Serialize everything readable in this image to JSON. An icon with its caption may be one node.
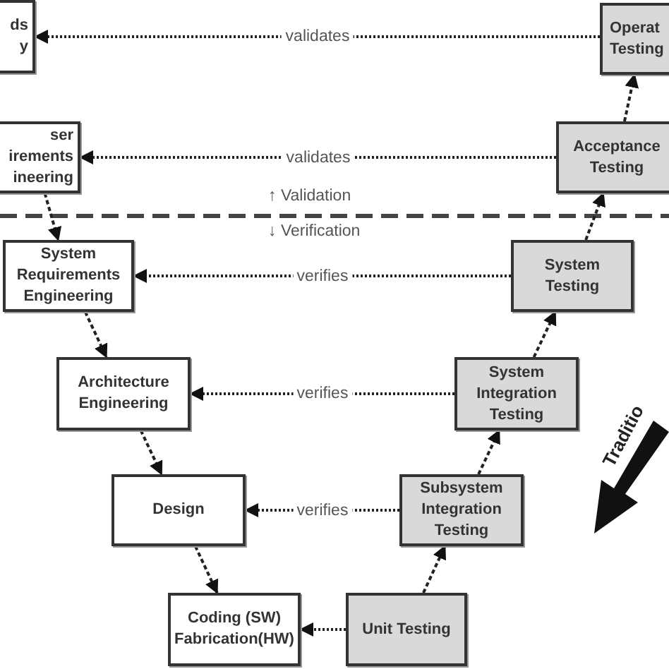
{
  "diagram": {
    "nodes": [
      {
        "text": [
          "ds y"
        ]
      },
      {
        "text": [
          "ser irements ineering"
        ]
      },
      {
        "text": [
          "Operat Testing"
        ]
      },
      {
        "text": [
          "Acceptance Testing"
        ]
      },
      {
        "text": [
          "System Requirements Engineering"
        ]
      },
      {
        "text": [
          "System Testing"
        ]
      },
      {
        "text": [
          "Architecture Engineering"
        ]
      },
      {
        "text": [
          "System Integration Testing"
        ]
      },
      {
        "text": [
          "Design"
        ]
      },
      {
        "text": [
          "Subsystem Integration Testing"
        ]
      },
      {
        "text": [
          "Coding (SW) Fabrication(HW)"
        ]
      },
      {
        "text": [
          "Unit Testing"
        ]
      }
    ],
    "edges": [
      {
        "from": 2,
        "to": 0,
        "arrow": "to",
        "label": "validates"
      },
      {
        "from": 3,
        "to": 1,
        "arrow": "to",
        "label": "validates"
      },
      {
        "from": 5,
        "to": 4,
        "arrow": "to",
        "label": "verifies"
      },
      {
        "from": 7,
        "to": 6,
        "arrow": "to",
        "label": "verifies"
      },
      {
        "from": 9,
        "to": 8,
        "arrow": "to",
        "label": "verifies"
      },
      {
        "from": 11,
        "to": 10,
        "arrow": "to"
      },
      {
        "from": 1,
        "to": 4,
        "arrow": "to"
      },
      {
        "from": 4,
        "to": 6,
        "arrow": "to"
      },
      {
        "from": 6,
        "to": 8,
        "arrow": "to"
      },
      {
        "from": 8,
        "to": 10,
        "arrow": "to"
      },
      {
        "from": 11,
        "to": 9,
        "arrow": "to"
      },
      {
        "from": 9,
        "to": 7,
        "arrow": "to"
      },
      {
        "from": 7,
        "to": 5,
        "arrow": "to"
      },
      {
        "from": 5,
        "to": 3,
        "arrow": "to"
      },
      {
        "from": 3,
        "to": 2,
        "arrow": "to"
      }
    ],
    "labels": [
      "↑ Validation",
      "↓ Verification",
      "Traditio"
    ]
  }
}
